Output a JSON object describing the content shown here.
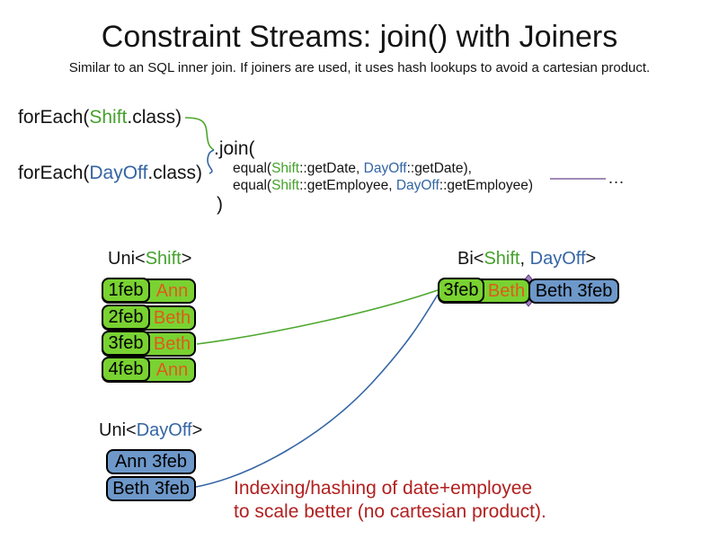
{
  "title": "Constraint Streams: join() with Joiners",
  "subtitle": "Similar to an SQL inner join. If joiners are used, it uses hash lookups to avoid a cartesian product.",
  "colors": {
    "shift_green_fill": "#79d231",
    "dayoff_blue_fill": "#6d98c9",
    "shift_token_green": "#44a22c",
    "dayoff_token_blue": "#3465a4",
    "employee_orange": "#e05a1b",
    "note_red": "#b22020",
    "joiner_purple": "#8064a2"
  },
  "code": {
    "foreach_shift": {
      "pre": "forEach(",
      "cls": "Shift",
      "post": ".class)"
    },
    "foreach_dayoff": {
      "pre": "forEach(",
      "cls": "DayOff",
      "post": ".class)"
    },
    "join_open": ".join(",
    "equal_date": {
      "pre": "equal(",
      "a": "Shift",
      "mid": "::getDate, ",
      "b": "DayOff",
      "post": "::getDate),"
    },
    "equal_employee": {
      "pre": "equal(",
      "a": "Shift",
      "mid": "::getEmployee, ",
      "b": "DayOff",
      "post": "::getEmployee)"
    },
    "join_close": ")",
    "ellipsis": "..."
  },
  "uni_shift": {
    "label": {
      "pre": "Uni<",
      "type": "Shift",
      "post": ">"
    },
    "rows": [
      {
        "date": "1feb",
        "name": "Ann"
      },
      {
        "date": "2feb",
        "name": "Beth"
      },
      {
        "date": "3feb",
        "name": "Beth"
      },
      {
        "date": "4feb",
        "name": "Ann"
      }
    ]
  },
  "bi": {
    "label": {
      "pre": "Bi<",
      "a": "Shift",
      "sep": ", ",
      "b": "DayOff",
      "post": ">"
    },
    "row": {
      "date": "3feb",
      "name": "Beth",
      "dayoff": "Beth 3feb"
    }
  },
  "uni_dayoff": {
    "label": {
      "pre": "Uni<",
      "type": "DayOff",
      "post": ">"
    },
    "rows": [
      {
        "text": "Ann 3feb"
      },
      {
        "text": "Beth 3feb"
      }
    ]
  },
  "note": {
    "line1": "Indexing/hashing of date+employee",
    "line2": "to scale better (no cartesian product)."
  }
}
